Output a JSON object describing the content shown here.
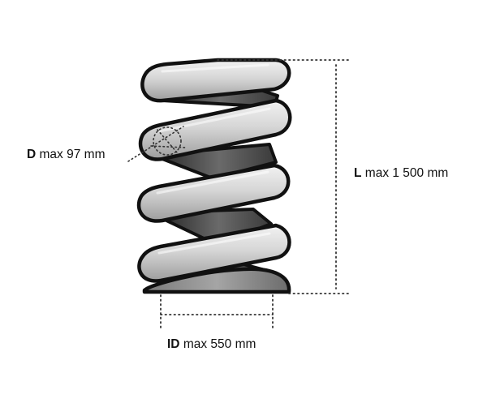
{
  "diagram": {
    "labels": {
      "wire_diameter": {
        "symbol": "D",
        "text": "max 97 mm"
      },
      "length": {
        "symbol": "L",
        "text": "max 1 500 mm"
      },
      "inner_diameter": {
        "symbol": "ID",
        "text": "max 550 mm"
      }
    },
    "colors": {
      "coil_outline": "#111111",
      "coil_front_light": "#e4e4e4",
      "coil_front_mid": "#b9b9b9",
      "coil_back": "#4a4a4a",
      "dimension_dots": "#333333"
    },
    "icons": [
      "coil-spring-icon"
    ]
  }
}
